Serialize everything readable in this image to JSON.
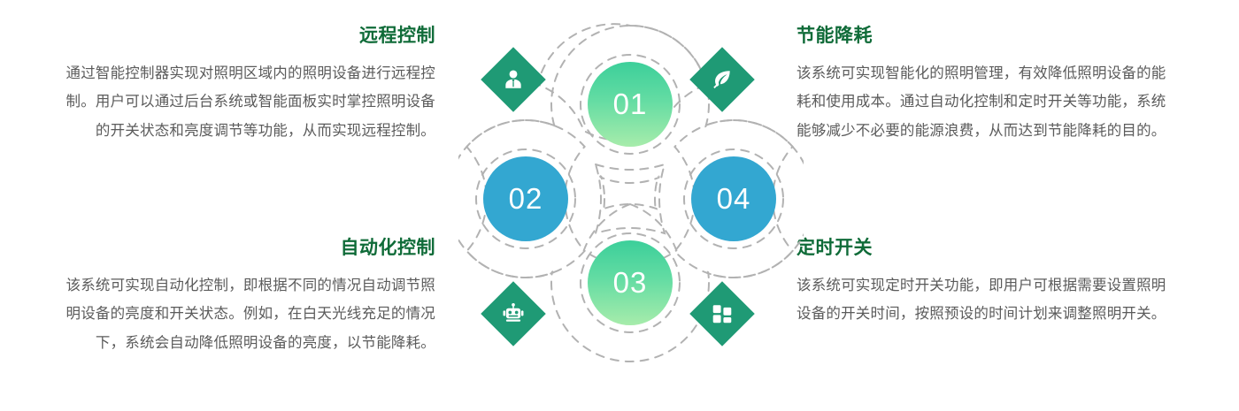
{
  "theme": {
    "heading_color": "#0f6b38",
    "body_color": "#5b5b5b",
    "diamond_color": "#1f9a75",
    "circle_blue": "#33a7d1",
    "circle_green_top": "#3ccf9a",
    "circle_green_bottom": "#a7ecab",
    "dashed_ring_color": "#b0b0b0",
    "background": "#ffffff"
  },
  "features": [
    {
      "id": "remote-control",
      "number": "01",
      "title": "远程控制",
      "description": "通过智能控制器实现对照明区域内的照明设备进行远程控制。用户可以通过后台系统或智能面板实时掌控照明设备的开关状态和亮度调节等功能，从而实现远程控制。",
      "icon": "businessperson-icon",
      "position": "top-left",
      "circle_style": "green-gradient"
    },
    {
      "id": "energy-saving",
      "number": "",
      "title": "节能降耗",
      "description": "该系统可实现智能化的照明管理，有效降低照明设备的能耗和使用成本。通过自动化控制和定时开关等功能，系统能够减少不必要的能源浪费，从而达到节能降耗的目的。",
      "icon": "leaf-icon",
      "position": "top-right",
      "circle_style": "green-gradient"
    },
    {
      "id": "automation-control",
      "number": "02",
      "title": "自动化控制",
      "description": "该系统可实现自动化控制，即根据不同的情况自动调节照明设备的亮度和开关状态。例如，在白天光线充足的情况下，系统会自动降低照明设备的亮度，以节能降耗。",
      "icon": "robot-icon",
      "position": "bottom-left",
      "circle_style": "blue"
    },
    {
      "id": "scheduled-switch",
      "number": "",
      "title": "定时开关",
      "description": "该系统可实现定时开关功能，即用户可根据需要设置照明设备的开关时间，按照预设的时间计划来调整照明开关。",
      "icon": "grid-panel-icon",
      "position": "bottom-right",
      "circle_style": "blue"
    }
  ],
  "diagram": {
    "circles": [
      {
        "label": "01",
        "style": "green-gradient",
        "place": "top"
      },
      {
        "label": "02",
        "style": "blue",
        "place": "left"
      },
      {
        "label": "03",
        "style": "green-gradient",
        "place": "bottom"
      },
      {
        "label": "04",
        "style": "blue",
        "place": "right"
      }
    ],
    "diamonds": [
      {
        "icon": "businessperson-icon",
        "place": "top-left"
      },
      {
        "icon": "leaf-icon",
        "place": "top-right"
      },
      {
        "icon": "robot-icon",
        "place": "bottom-left"
      },
      {
        "icon": "grid-panel-icon",
        "place": "bottom-right"
      }
    ]
  }
}
